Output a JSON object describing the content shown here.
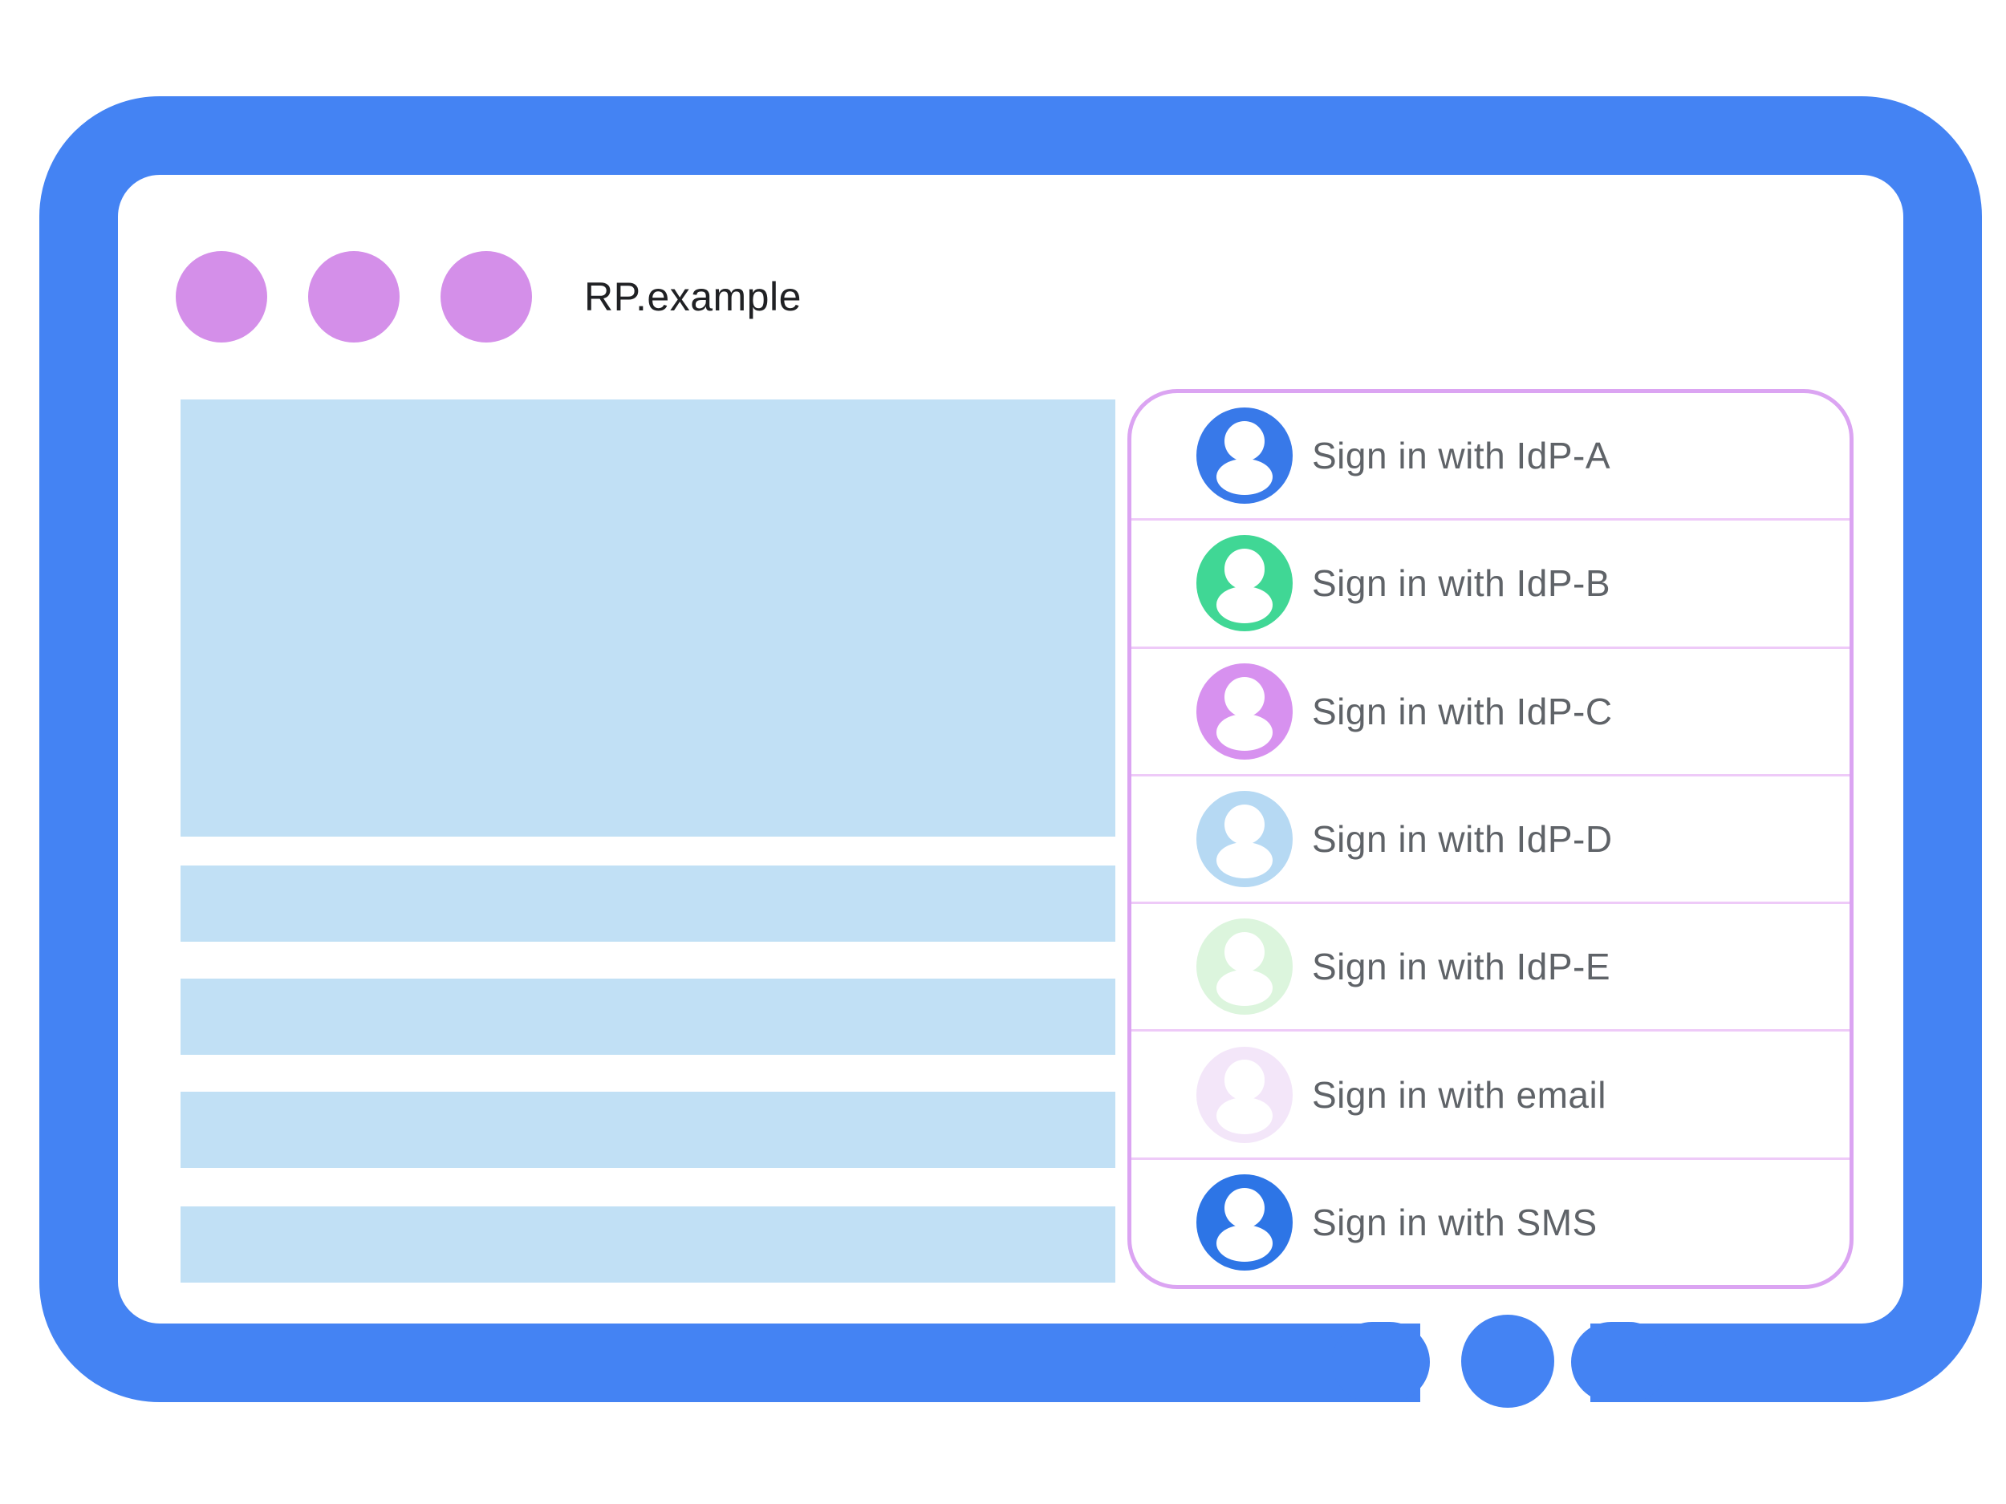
{
  "window": {
    "title": "RP.example",
    "window_controls_count": 3
  },
  "colors": {
    "frame_blue": "#4483f3",
    "dot_purple": "#d48fe9",
    "content_blue": "#c1e0f5",
    "panel_border": "#dba4f2",
    "divider": "#eecaf8",
    "label_gray": "#5f6368",
    "title_black": "#202124"
  },
  "signin_panel": {
    "options": [
      {
        "label": "Sign in with IdP-A",
        "icon": "user-avatar-icon",
        "avatar_color": "#3879e9"
      },
      {
        "label": "Sign in with IdP-B",
        "icon": "user-avatar-icon",
        "avatar_color": "#40d795"
      },
      {
        "label": "Sign in with IdP-C",
        "icon": "user-avatar-icon",
        "avatar_color": "#d791ef"
      },
      {
        "label": "Sign in with IdP-D",
        "icon": "user-avatar-icon",
        "avatar_color": "#b6d9f3"
      },
      {
        "label": "Sign in with IdP-E",
        "icon": "user-avatar-icon",
        "avatar_color": "#dcf5dd"
      },
      {
        "label": "Sign in with email",
        "icon": "user-avatar-icon",
        "avatar_color": "#f3e6f9"
      },
      {
        "label": "Sign in with SMS",
        "icon": "user-avatar-icon",
        "avatar_color": "#2d75e6"
      }
    ]
  }
}
